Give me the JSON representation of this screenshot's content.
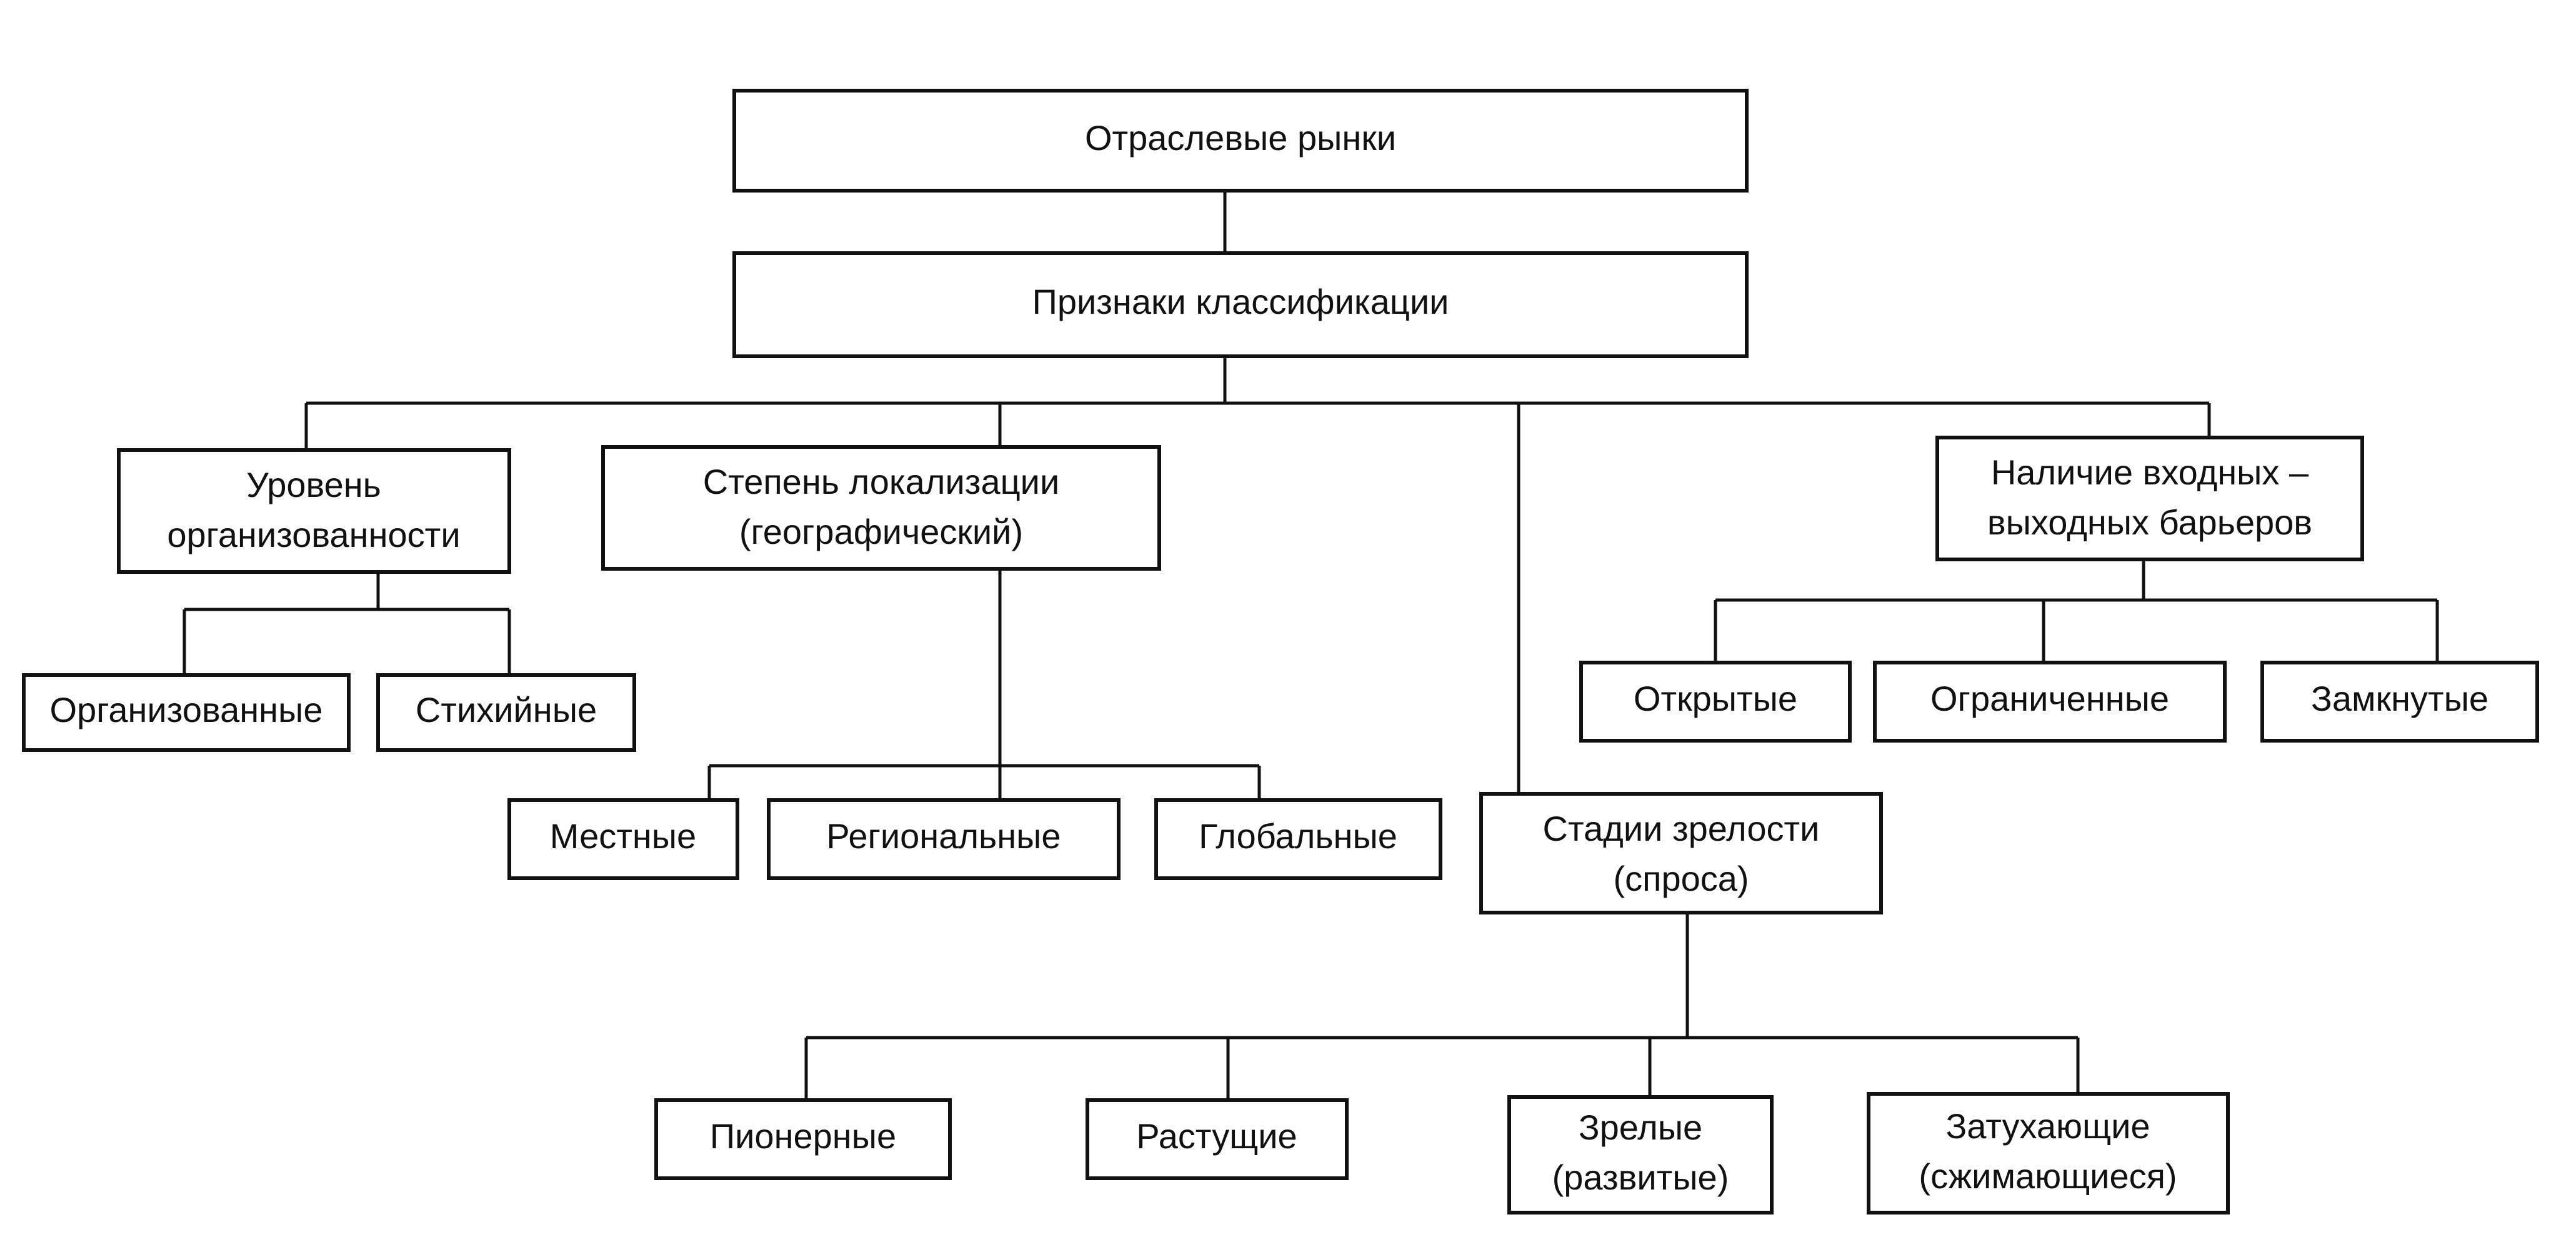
{
  "diagram": {
    "root": {
      "label": "Отраслевые рынки"
    },
    "criteria": {
      "label": "Признаки классификации"
    },
    "organization_level": {
      "label_lines": [
        "Уровень",
        "организованности"
      ],
      "children": [
        "Организованные",
        "Стихийные"
      ]
    },
    "localization_degree": {
      "label_lines": [
        "Степень локализации",
        "(географический)"
      ],
      "children": [
        "Местные",
        "Региональные",
        "Глобальные"
      ]
    },
    "maturity_stages": {
      "label_lines": [
        "Стадии зрелости",
        "(спроса)"
      ],
      "children": [
        {
          "lines": [
            "Пионерные"
          ]
        },
        {
          "lines": [
            "Растущие"
          ]
        },
        {
          "lines": [
            "Зрелые",
            "(развитые)"
          ]
        },
        {
          "lines": [
            "Затухающие",
            "(сжимающиеся)"
          ]
        }
      ]
    },
    "barriers": {
      "label_lines": [
        "Наличие входных –",
        "выходных барьеров"
      ],
      "children": [
        "Открытые",
        "Ограниченные",
        "Замкнутые"
      ]
    }
  }
}
